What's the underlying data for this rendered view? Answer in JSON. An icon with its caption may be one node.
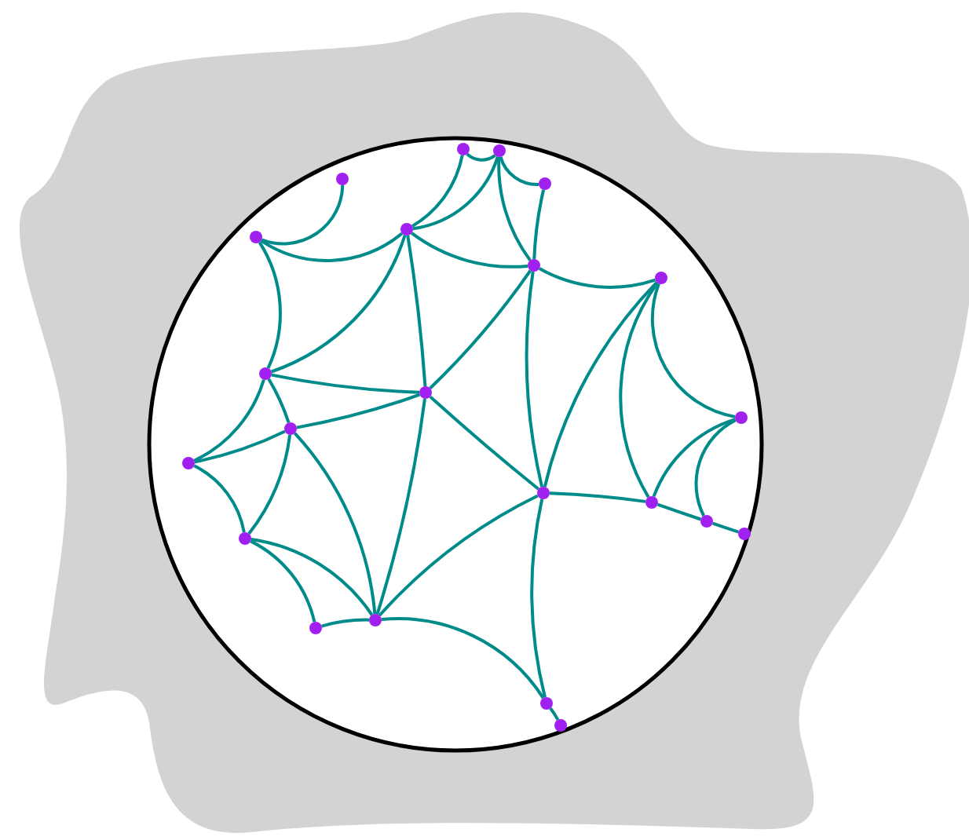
{
  "diagram": {
    "nodes": [
      {
        "text": [],
        "shape": "circle"
      },
      {
        "text": [],
        "shape": "circle"
      },
      {
        "text": [],
        "shape": "circle"
      },
      {
        "text": [],
        "shape": "circle"
      },
      {
        "text": [],
        "shape": "circle"
      },
      {
        "text": [],
        "shape": "circle"
      },
      {
        "text": [],
        "shape": "circle"
      },
      {
        "text": [],
        "shape": "circle"
      },
      {
        "text": [],
        "shape": "circle"
      },
      {
        "text": [],
        "shape": "circle"
      },
      {
        "text": [],
        "shape": "circle"
      },
      {
        "text": [],
        "shape": "circle"
      },
      {
        "text": [],
        "shape": "circle"
      },
      {
        "text": [],
        "shape": "circle"
      },
      {
        "text": [],
        "shape": "circle"
      },
      {
        "text": [],
        "shape": "circle"
      },
      {
        "text": [],
        "shape": "circle"
      },
      {
        "text": [],
        "shape": "circle"
      },
      {
        "text": [],
        "shape": "circle"
      },
      {
        "text": [],
        "shape": "circle"
      },
      {
        "text": [],
        "shape": "circle"
      },
      {
        "text": [],
        "shape": "circle"
      }
    ],
    "edges": [
      {
        "from": 0,
        "to": 1,
        "arrow": "none"
      },
      {
        "from": 0,
        "to": 4,
        "arrow": "none"
      },
      {
        "from": 1,
        "to": 4,
        "arrow": "none"
      },
      {
        "from": 1,
        "to": 3,
        "arrow": "none"
      },
      {
        "from": 1,
        "to": 6,
        "arrow": "none"
      },
      {
        "from": 3,
        "to": 6,
        "arrow": "none"
      },
      {
        "from": 2,
        "to": 5,
        "arrow": "none"
      },
      {
        "from": 4,
        "to": 5,
        "arrow": "none"
      },
      {
        "from": 4,
        "to": 6,
        "arrow": "none"
      },
      {
        "from": 4,
        "to": 9,
        "arrow": "none"
      },
      {
        "from": 4,
        "to": 8,
        "arrow": "none"
      },
      {
        "from": 5,
        "to": 8,
        "arrow": "none"
      },
      {
        "from": 6,
        "to": 9,
        "arrow": "none"
      },
      {
        "from": 6,
        "to": 7,
        "arrow": "none"
      },
      {
        "from": 6,
        "to": 13,
        "arrow": "none"
      },
      {
        "from": 7,
        "to": 13,
        "arrow": "none"
      },
      {
        "from": 7,
        "to": 14,
        "arrow": "none"
      },
      {
        "from": 7,
        "to": 10,
        "arrow": "none"
      },
      {
        "from": 10,
        "to": 14,
        "arrow": "none"
      },
      {
        "from": 10,
        "to": 15,
        "arrow": "none"
      },
      {
        "from": 15,
        "to": 16,
        "arrow": "none"
      },
      {
        "from": 14,
        "to": 15,
        "arrow": "none"
      },
      {
        "from": 13,
        "to": 14,
        "arrow": "none"
      },
      {
        "from": 8,
        "to": 9,
        "arrow": "none"
      },
      {
        "from": 8,
        "to": 11,
        "arrow": "none"
      },
      {
        "from": 8,
        "to": 12,
        "arrow": "none"
      },
      {
        "from": 9,
        "to": 11,
        "arrow": "none"
      },
      {
        "from": 9,
        "to": 13,
        "arrow": "none"
      },
      {
        "from": 9,
        "to": 18,
        "arrow": "none"
      },
      {
        "from": 11,
        "to": 12,
        "arrow": "none"
      },
      {
        "from": 11,
        "to": 17,
        "arrow": "none"
      },
      {
        "from": 11,
        "to": 18,
        "arrow": "none"
      },
      {
        "from": 12,
        "to": 17,
        "arrow": "none"
      },
      {
        "from": 17,
        "to": 18,
        "arrow": "none"
      },
      {
        "from": 17,
        "to": 19,
        "arrow": "none"
      },
      {
        "from": 18,
        "to": 19,
        "arrow": "none"
      },
      {
        "from": 18,
        "to": 13,
        "arrow": "none"
      },
      {
        "from": 18,
        "to": 20,
        "arrow": "none"
      },
      {
        "from": 13,
        "to": 20,
        "arrow": "none"
      },
      {
        "from": 20,
        "to": 21,
        "arrow": "none"
      }
    ]
  }
}
